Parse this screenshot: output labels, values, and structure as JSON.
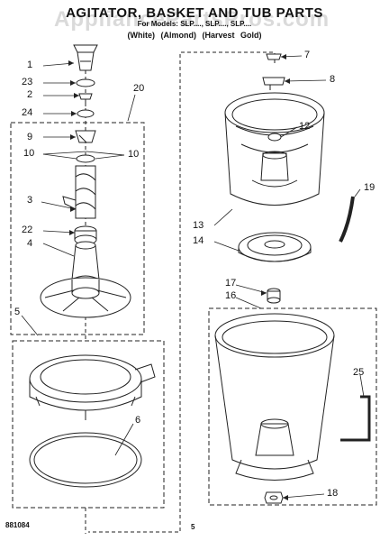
{
  "header": {
    "title": "AGITATOR, BASKET AND TUB PARTS",
    "subtitle": "For Models: SLP...., SLP...., SLP....",
    "colors": "(White)   (Almond)   (Harvest Gold)",
    "watermark": "AppliancePartsPros.com"
  },
  "callouts": {
    "c1": "1",
    "c23": "23",
    "c2": "2",
    "c24": "24",
    "c20": "20",
    "c9": "9",
    "c10a": "10",
    "c10b": "10",
    "c3": "3",
    "c22": "22",
    "c4": "4",
    "c5": "5",
    "c6": "6",
    "c7": "7",
    "c8": "8",
    "c12": "12",
    "c19": "19",
    "c13": "13",
    "c14": "14",
    "c17": "17",
    "c16": "16",
    "c25": "25",
    "c18": "18"
  },
  "footer": {
    "doc_number": "881084",
    "page": "5"
  }
}
